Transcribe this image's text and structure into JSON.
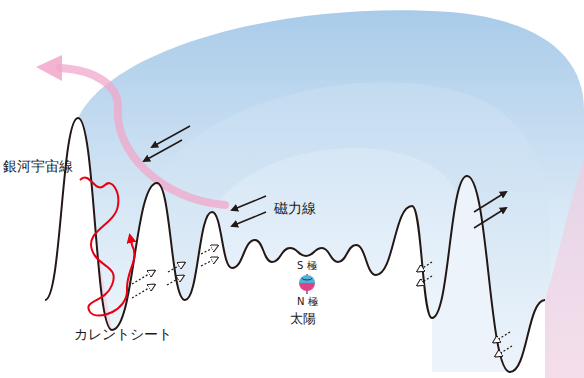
{
  "diagram": {
    "labels": [
      "銀河宇宙線",
      "磁力線",
      "カレントシート",
      "S 極",
      "N 極",
      "太陽"
    ]
  }
}
